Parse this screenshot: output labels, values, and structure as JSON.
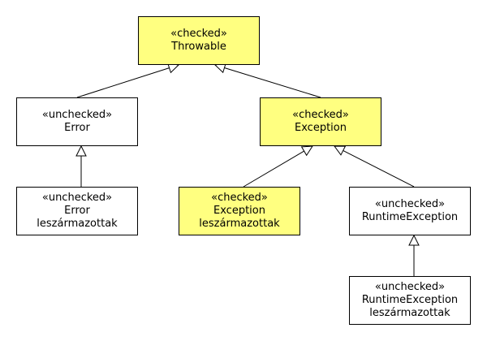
{
  "colors": {
    "checked": "#ffff80",
    "unchecked": "#ffffff",
    "stroke": "#000000"
  },
  "nodes": {
    "throwable": {
      "stereotype": "«checked»",
      "name": "Throwable",
      "kind": "checked"
    },
    "error": {
      "stereotype": "«unchecked»",
      "name": "Error",
      "kind": "unchecked"
    },
    "exception": {
      "stereotype": "«checked»",
      "name": "Exception",
      "kind": "checked"
    },
    "error_sub": {
      "stereotype": "«unchecked»",
      "name": "Error",
      "extra": "leszármazottak",
      "kind": "unchecked"
    },
    "exception_sub": {
      "stereotype": "«checked»",
      "name": "Exception",
      "extra": "leszármazottak",
      "kind": "checked"
    },
    "runtime": {
      "stereotype": "«unchecked»",
      "name": "RuntimeException",
      "kind": "unchecked"
    },
    "runtime_sub": {
      "stereotype": "«unchecked»",
      "name": "RuntimeException",
      "extra": "leszármazottak",
      "kind": "unchecked"
    }
  },
  "edges": [
    {
      "from": "error",
      "to": "throwable"
    },
    {
      "from": "exception",
      "to": "throwable"
    },
    {
      "from": "error_sub",
      "to": "error"
    },
    {
      "from": "exception_sub",
      "to": "exception"
    },
    {
      "from": "runtime",
      "to": "exception"
    },
    {
      "from": "runtime_sub",
      "to": "runtime"
    }
  ]
}
